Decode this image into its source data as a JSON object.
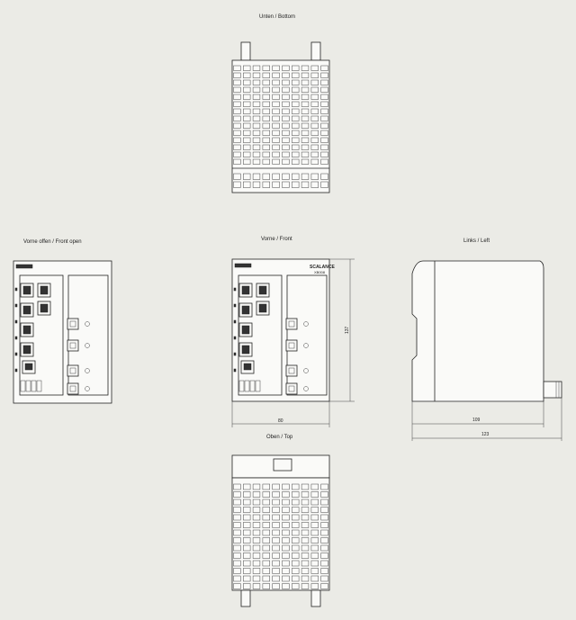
{
  "views": {
    "bottom": "Unten / Bottom",
    "front_open": "Vorne offen / Front open",
    "front": "Vorne / Front",
    "left": "Links / Left",
    "top": "Oben / Top"
  },
  "dimensions": {
    "front_width": "80",
    "front_height": "137",
    "left_depth": "109",
    "left_total": "123"
  },
  "device": {
    "brand": "SCALANCE",
    "model": "XB008"
  },
  "colors": {
    "background": "#ebebe6",
    "line": "#222222"
  }
}
